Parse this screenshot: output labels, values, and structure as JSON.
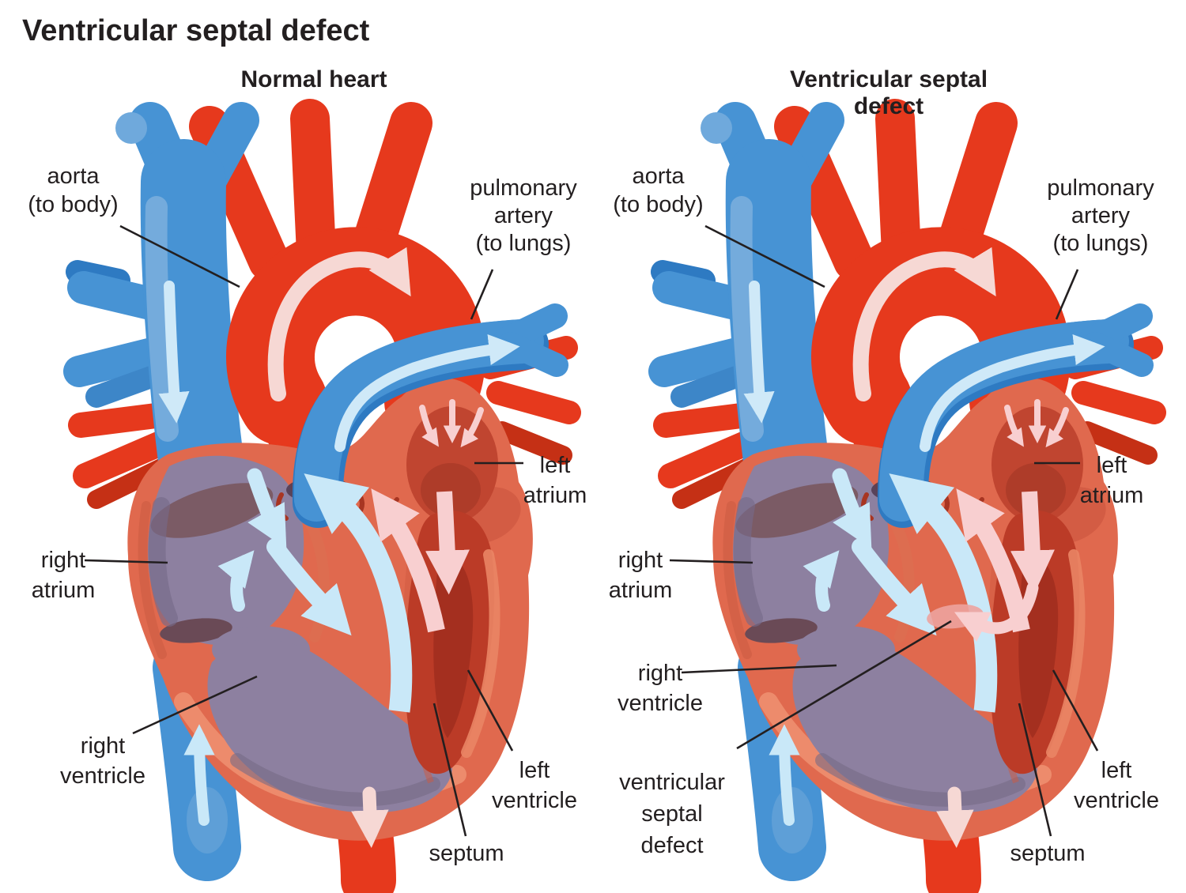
{
  "title": "Ventricular septal defect",
  "panels": [
    {
      "subtitle": "Normal heart",
      "labels": {
        "aorta": [
          "aorta",
          "(to body)"
        ],
        "pulmonary": [
          "pulmonary",
          "artery",
          "(to lungs)"
        ],
        "left_atrium": [
          "left",
          "atrium"
        ],
        "right_atrium": [
          "right",
          "atrium"
        ],
        "right_ventricle": [
          "right",
          "ventricle"
        ],
        "left_ventricle": [
          "left",
          "ventricle"
        ],
        "septum": [
          "septum"
        ]
      }
    },
    {
      "subtitle": "Ventricular septal defect",
      "labels": {
        "aorta": [
          "aorta",
          "(to body)"
        ],
        "pulmonary": [
          "pulmonary",
          "artery",
          "(to lungs)"
        ],
        "left_atrium": [
          "left",
          "atrium"
        ],
        "right_atrium": [
          "right",
          "atrium"
        ],
        "right_ventricle": [
          "right",
          "ventricle"
        ],
        "vsd": [
          "ventricular",
          "septal",
          "defect"
        ],
        "left_ventricle": [
          "left",
          "ventricle"
        ],
        "septum": [
          "septum"
        ]
      }
    }
  ],
  "colors": {
    "oxygenated_red": "#e6391d",
    "deoxygenated_blue": "#4793d4",
    "blue_flow_arrow": "#c9e8f8",
    "pink_flow_arrow": "#f8cfd0",
    "aorta_arrow_white": "#f6d8d4",
    "heart_wall_salmon": "#e0694e",
    "chamber_purple": "#8d80a0",
    "left_chamber_red": "#bb3b27",
    "text": "#231f20",
    "background": "#ffffff"
  }
}
